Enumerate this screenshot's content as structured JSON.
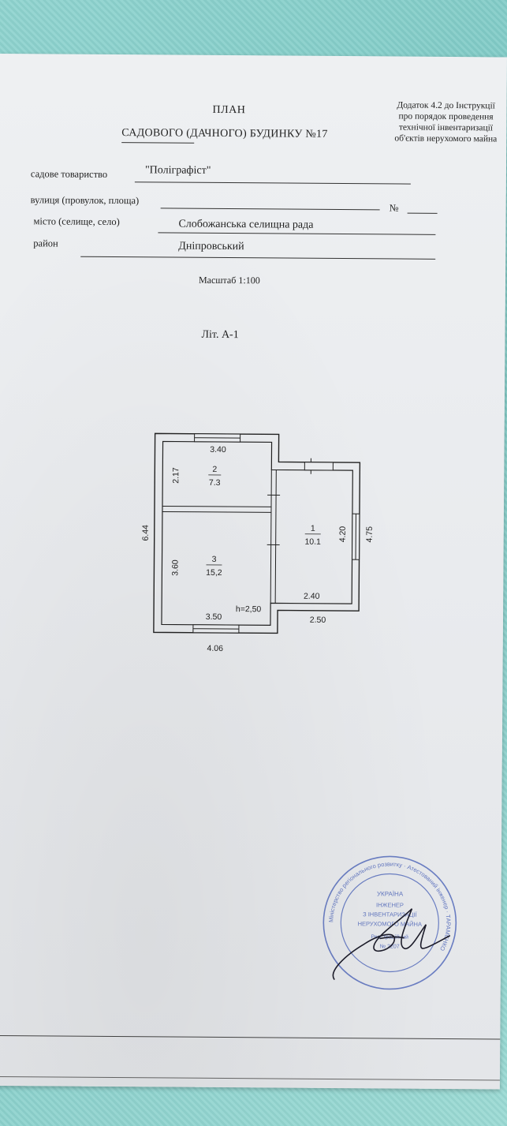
{
  "title": {
    "line1": "ПЛАН",
    "line2": "САДОВОГО (ДАЧНОГО) БУДИНКУ №17"
  },
  "appendix": {
    "line1": "Додаток 4.2 до Інструкції",
    "line2": "про порядок проведення",
    "line3": "технічної інвентаризації",
    "line4": "об'єктів нерухомого майна"
  },
  "fields": {
    "society_label": "садове товариство",
    "society_value": "\"Поліграфіст\"",
    "street_label": "вулиця (провулок, площа)",
    "number_label": "№",
    "city_label": "місто (селище, село)",
    "city_value": "Слобожанська селищна рада",
    "district_label": "район",
    "district_value": "Дніпровський"
  },
  "scale": "Масштаб 1:100",
  "liter": "Літ. А-1",
  "plan": {
    "rooms": [
      {
        "number": "2",
        "area": "7.3"
      },
      {
        "number": "1",
        "area": "10.1"
      },
      {
        "number": "3",
        "area": "15,2"
      }
    ],
    "dims": {
      "top_width": "3.40",
      "room2_height": "2.17",
      "total_height": "6.44",
      "room3_height": "3.60",
      "room1_height": "4.20",
      "outer_right_height": "4.75",
      "room1_width": "2.40",
      "outer_right_width": "2.50",
      "room3_width": "3.50",
      "outer_bottom_width": "4.06",
      "ceiling_height": "h=2,50"
    }
  },
  "stamp": {
    "outer_text": "Міністерство регіонального розвитку · Атестований інженер · ТАРАМЕНКО",
    "center1": "УКРАЇНА",
    "center2": "ІНЖЕНЕР",
    "center3": "З ІНВЕНТАРИЗАЦІЇ",
    "center4": "НЕРУХОМОГО МАЙНА",
    "center5": "Реєстраційний",
    "center6": "№ 2207"
  },
  "colors": {
    "stamp_ink": "#4b63b8",
    "paper": "#eceef1",
    "towel": "#8fd4cf"
  }
}
